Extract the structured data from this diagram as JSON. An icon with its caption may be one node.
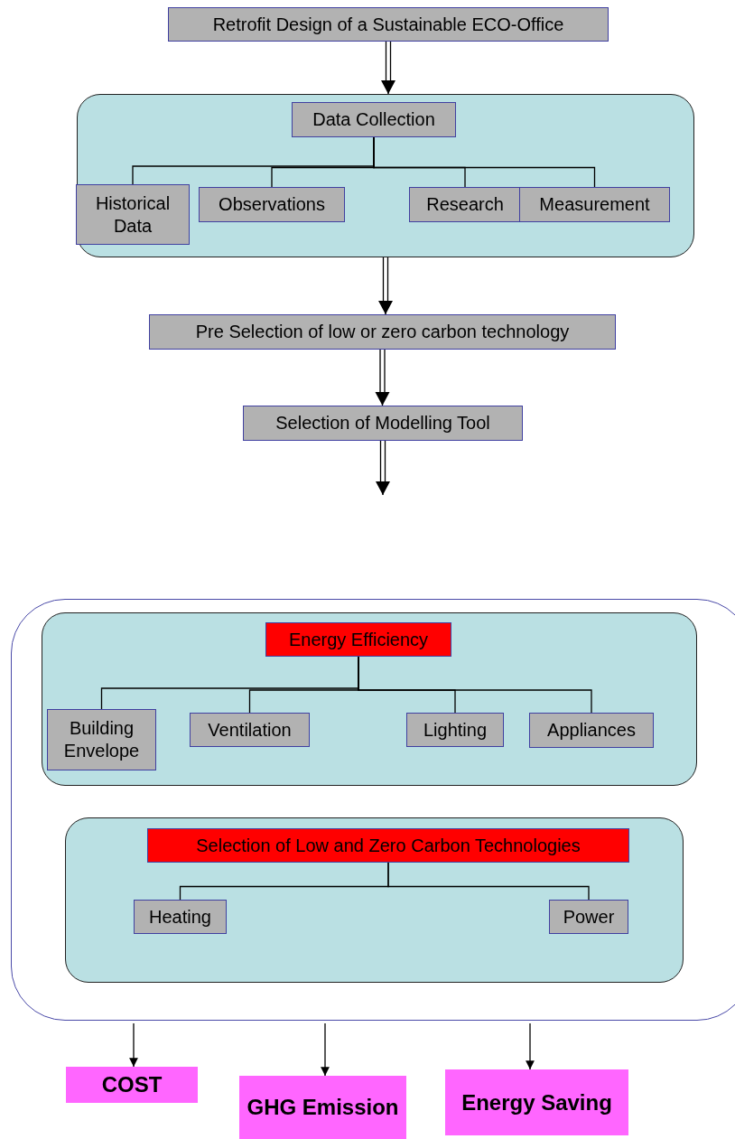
{
  "diagram": {
    "nodes": [
      {
        "text": [
          "Retrofit Design of a Sustainable ECO-Office"
        ]
      },
      {
        "text": [],
        "shape": "box"
      },
      {
        "text": [
          "Data Collection"
        ],
        "in": 1
      },
      {
        "text": [
          "Historical Data"
        ],
        "in": 1
      },
      {
        "text": [
          "Observations"
        ],
        "in": 1
      },
      {
        "text": [
          "Research"
        ],
        "in": 1
      },
      {
        "text": [
          "Measurement"
        ],
        "in": 1
      },
      {
        "text": [
          "Pre Selection of low or zero carbon technology"
        ]
      },
      {
        "text": [
          "Selection of Modelling Tool"
        ]
      },
      {
        "text": [],
        "shape": "box"
      },
      {
        "text": [],
        "shape": "box",
        "in": 9
      },
      {
        "text": [
          "Energy Efficiency"
        ],
        "in": 10
      },
      {
        "text": [
          "Building Envelope"
        ],
        "in": 10
      },
      {
        "text": [
          "Ventilation"
        ],
        "in": 10
      },
      {
        "text": [
          "Lighting"
        ],
        "in": 10
      },
      {
        "text": [
          "Appliances"
        ],
        "in": 10
      },
      {
        "text": [],
        "shape": "box",
        "in": 9
      },
      {
        "text": [
          "Selection of Low and Zero Carbon Technologies"
        ],
        "in": 16
      },
      {
        "text": [
          "Heating"
        ],
        "in": 16
      },
      {
        "text": [
          "Power"
        ],
        "in": 16
      },
      {
        "text": [
          "COST"
        ]
      },
      {
        "text": [
          "GHG Emission"
        ]
      },
      {
        "text": [
          "Energy Saving"
        ]
      }
    ],
    "edges": [
      {
        "from": 0,
        "to": 1,
        "arrow": "to"
      },
      {
        "from": 2,
        "to": 3,
        "arrow": "none"
      },
      {
        "from": 2,
        "to": 4,
        "arrow": "none"
      },
      {
        "from": 2,
        "to": 5,
        "arrow": "none"
      },
      {
        "from": 2,
        "to": 6,
        "arrow": "none"
      },
      {
        "from": 1,
        "to": 7,
        "arrow": "to"
      },
      {
        "from": 7,
        "to": 8,
        "arrow": "to"
      },
      {
        "from": 8,
        "to": null,
        "arrow": "to"
      },
      {
        "from": 11,
        "to": 12,
        "arrow": "none"
      },
      {
        "from": 11,
        "to": 13,
        "arrow": "none"
      },
      {
        "from": 11,
        "to": 14,
        "arrow": "none"
      },
      {
        "from": 11,
        "to": 15,
        "arrow": "none"
      },
      {
        "from": 17,
        "to": 18,
        "arrow": "none"
      },
      {
        "from": 17,
        "to": 19,
        "arrow": "none"
      },
      {
        "from": 9,
        "to": 20,
        "arrow": "to"
      },
      {
        "from": 9,
        "to": 21,
        "arrow": "to"
      },
      {
        "from": 9,
        "to": 22,
        "arrow": "to"
      }
    ]
  }
}
